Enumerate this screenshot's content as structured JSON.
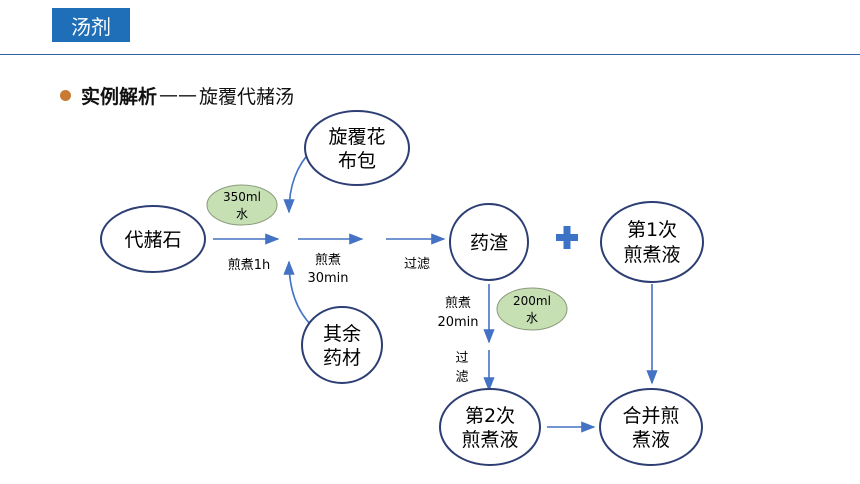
{
  "header": {
    "tab_label": "汤剂"
  },
  "section": {
    "title_bold": "实例解析",
    "title_dash": "——",
    "title_rest": "旋覆代赭汤"
  },
  "diagram": {
    "nodes": {
      "daizheshi": [
        "代赭石"
      ],
      "xuanfuhua": [
        "旋覆花",
        "布包"
      ],
      "qiyu": [
        "其余",
        "药材"
      ],
      "yaozha": [
        "药渣"
      ],
      "first": [
        "第1次",
        "煎煮液"
      ],
      "second": [
        "第2次",
        "煎煮液"
      ],
      "combined": [
        "合并煎",
        "煮液"
      ]
    },
    "water": {
      "w350": [
        "350ml",
        "水"
      ],
      "w200": [
        "200ml",
        "水"
      ]
    },
    "labels": {
      "decoct1h": [
        "煎煮1h"
      ],
      "decoct30": [
        "煎煮",
        "30min"
      ],
      "filter1": [
        "过滤"
      ],
      "decoct20": [
        "煎煮",
        "20min"
      ],
      "filter2": [
        "过",
        "滤"
      ]
    },
    "plus_symbol": "+"
  },
  "colors": {
    "accent": "#1f6fb8",
    "node_stroke": "#2c3e73",
    "arrow": "#4472c4",
    "water_fill": "#c6e0b4",
    "bullet": "#c87a33",
    "plus": "#3b73c6"
  }
}
